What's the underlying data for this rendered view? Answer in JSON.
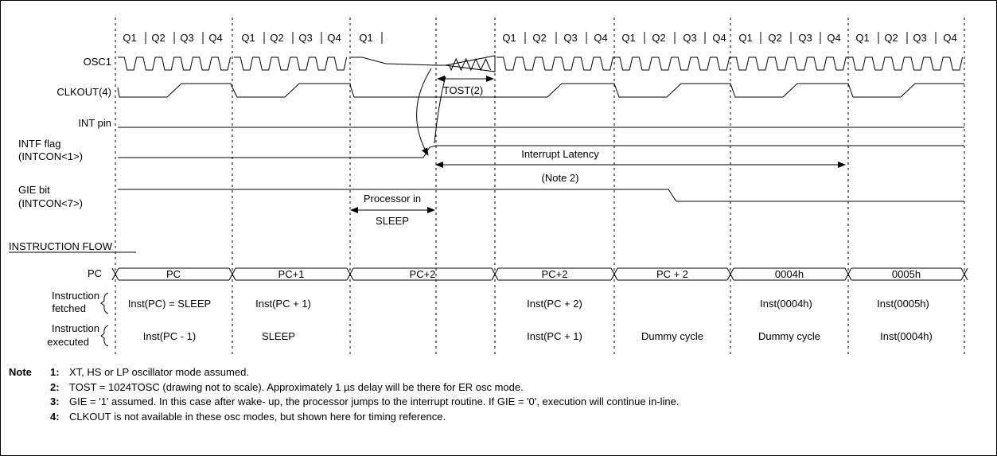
{
  "quarter_labels": {
    "groups": [
      [
        "Q1",
        "Q2",
        "Q3",
        "Q4"
      ],
      [
        "Q1",
        "Q2",
        "Q3",
        "Q4"
      ],
      [
        "Q1"
      ],
      [
        "Q1",
        "Q2",
        "Q3",
        "Q4"
      ],
      [
        "Q1",
        "Q2",
        "Q3",
        "Q4"
      ],
      [
        "Q1",
        "Q2",
        "Q3",
        "Q4"
      ],
      [
        "Q1",
        "Q2",
        "Q3",
        "Q4"
      ]
    ]
  },
  "signals": {
    "osc1": "OSC1",
    "clkout": "CLKOUT(4)",
    "int_pin": "INT pin",
    "intf_line1": "INTF flag",
    "intf_line2": "(INTCON<1>)",
    "gie_line1": "GIE bit",
    "gie_line2": "(INTCON<7>)"
  },
  "annotations": {
    "tost": "TOST(2)",
    "interrupt_latency": "Interrupt Latency",
    "note2": "(Note 2)",
    "processor_in": "Processor in",
    "sleep": "SLEEP"
  },
  "instruction_flow": {
    "title": "INSTRUCTION FLOW",
    "pc_label": "PC",
    "pc_values": [
      "PC",
      "PC+1",
      "PC+2",
      "PC+2",
      "PC + 2",
      "0004h",
      "0005h"
    ],
    "fetched_line1": "Instruction",
    "fetched_line2": "fetched",
    "fetched_values": [
      "Inst(PC) = SLEEP",
      "Inst(PC + 1)",
      "",
      "Inst(PC + 2)",
      "",
      "Inst(0004h)",
      "Inst(0005h)"
    ],
    "executed_line1": "Instruction",
    "executed_line2": "executed",
    "executed_values": [
      "Inst(PC - 1)",
      "SLEEP",
      "",
      "Inst(PC + 1)",
      "Dummy cycle",
      "Dummy cycle",
      "Inst(0004h)"
    ]
  },
  "notes": {
    "heading": "Note",
    "items": [
      {
        "num": "1:",
        "text": "XT, HS or LP oscillator mode assumed."
      },
      {
        "num": "2:",
        "text": "TOST = 1024TOSC (drawing not to scale). Approximately 1 µs delay will be there for ER osc mode."
      },
      {
        "num": "3:",
        "text": "GIE = '1' assumed. In this case after wake- up, the processor jumps to the interrupt routine. If GIE = '0', execution will continue in-line."
      },
      {
        "num": "4:",
        "text": "CLKOUT is not available in these osc modes, but shown here for timing reference."
      }
    ]
  }
}
